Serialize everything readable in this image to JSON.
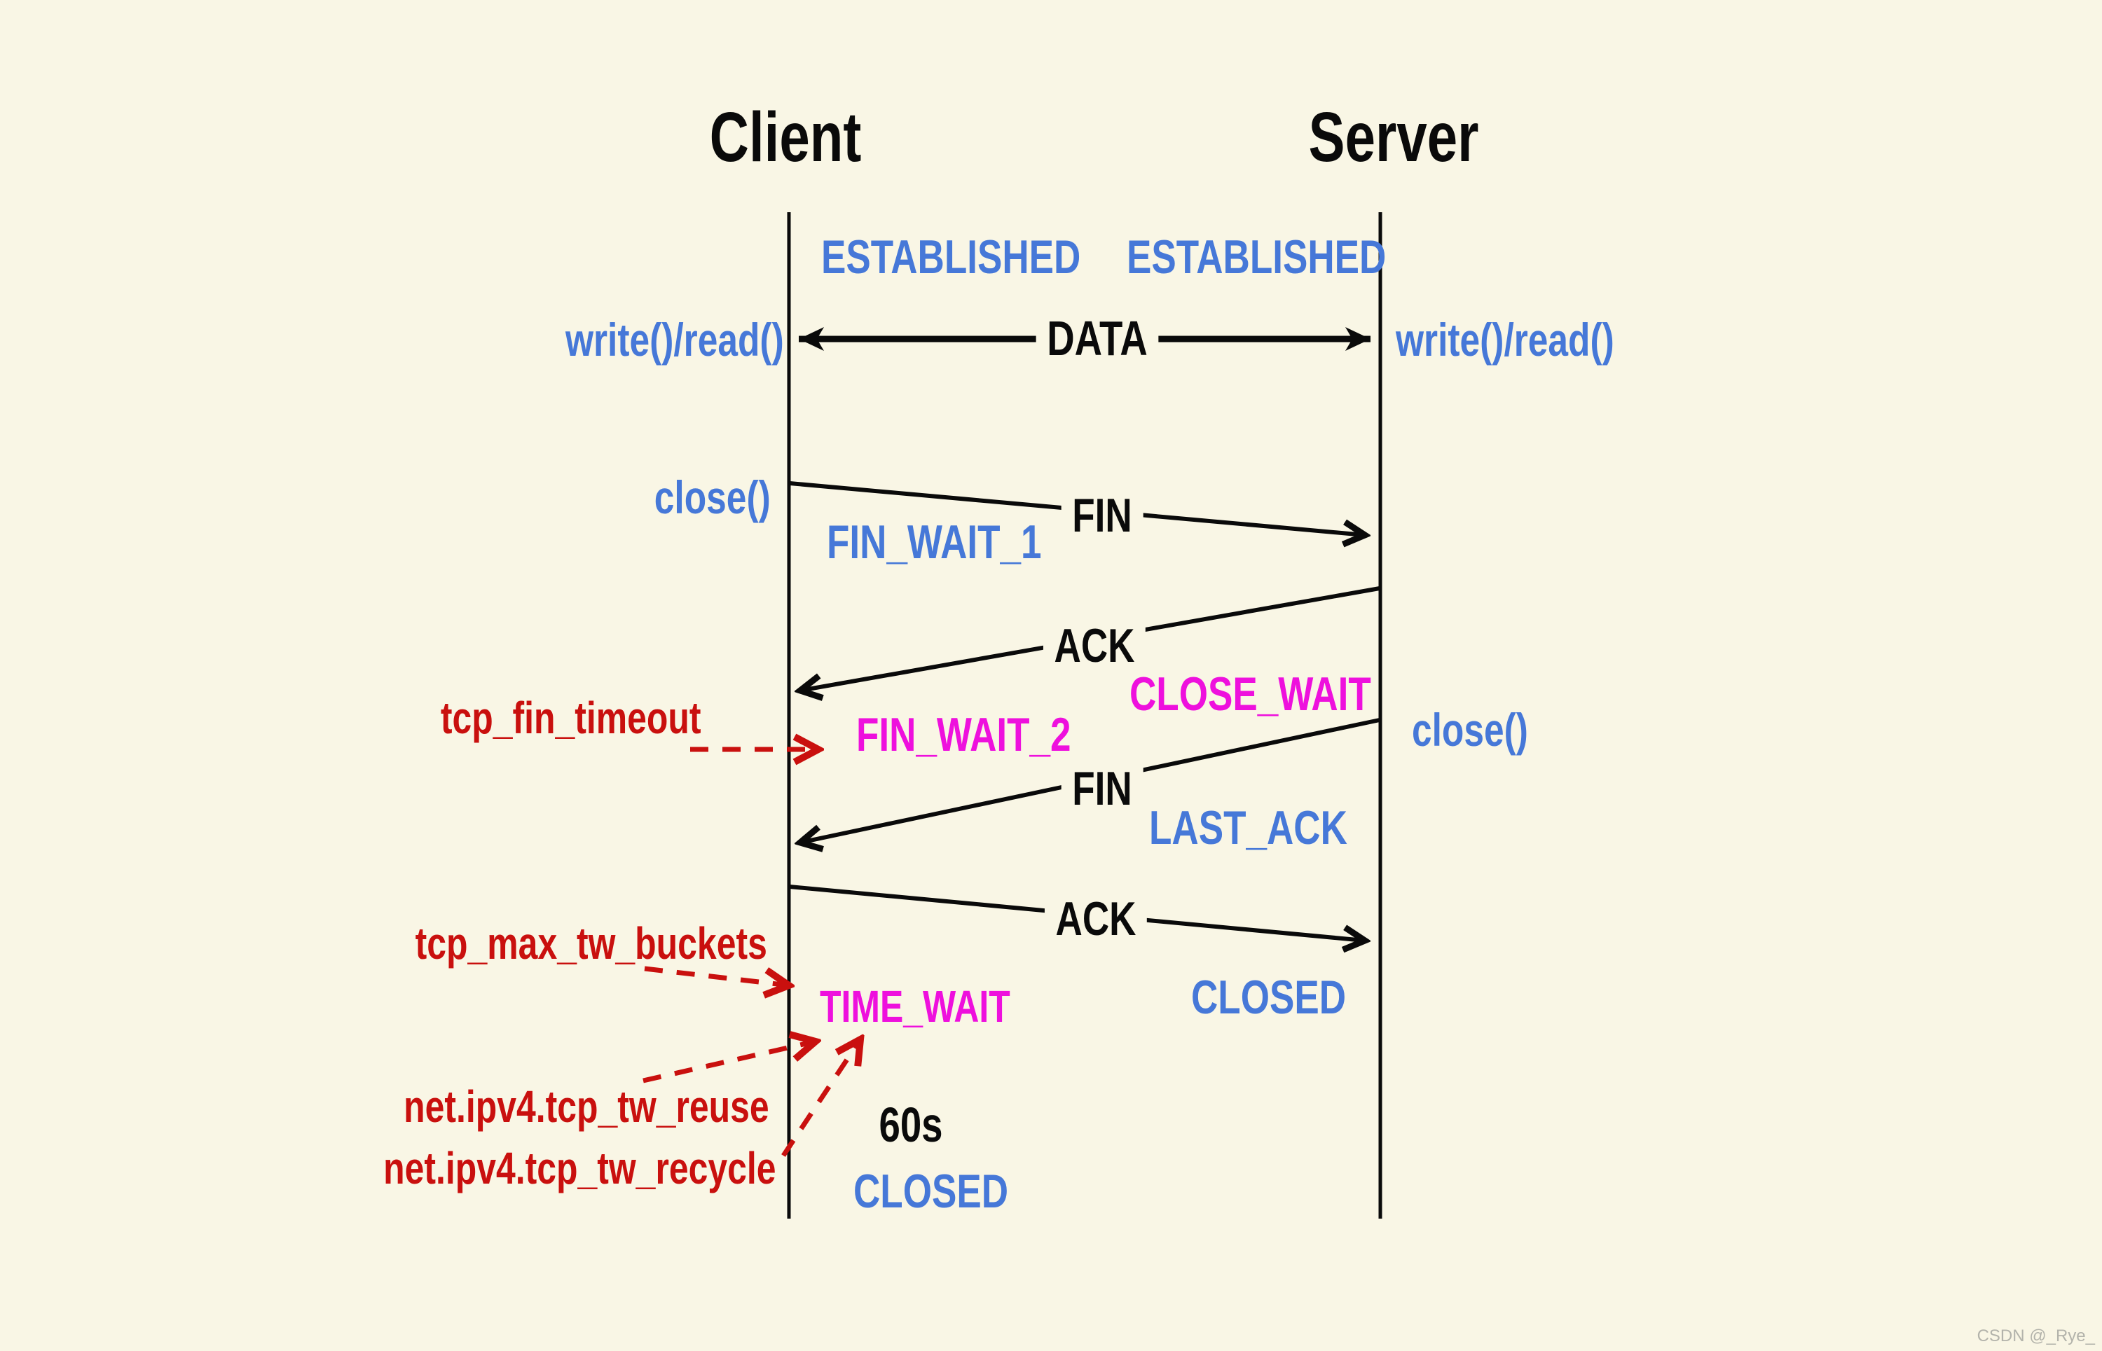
{
  "diagram": {
    "client_title": "Client",
    "server_title": "Server",
    "states": {
      "established_client": "ESTABLISHED",
      "established_server": "ESTABLISHED",
      "fin_wait_1": "FIN_WAIT_1",
      "close_wait": "CLOSE_WAIT",
      "fin_wait_2": "FIN_WAIT_2",
      "last_ack": "LAST_ACK",
      "time_wait": "TIME_WAIT",
      "closed_server": "CLOSED",
      "closed_client": "CLOSED"
    },
    "calls": {
      "write_read_client": "write()/read()",
      "write_read_server": "write()/read()",
      "close_client": "close()",
      "close_server": "close()"
    },
    "messages": {
      "data": "DATA",
      "fin_1": "FIN",
      "ack_1": "ACK",
      "fin_2": "FIN",
      "ack_2": "ACK"
    },
    "kernel_params": {
      "tcp_fin_timeout": "tcp_fin_timeout",
      "tcp_max_tw_buckets": "tcp_max_tw_buckets",
      "tcp_tw_reuse": "net.ipv4.tcp_tw_reuse",
      "tcp_tw_recycle": "net.ipv4.tcp_tw_recycle"
    },
    "timer": "60s",
    "watermark": "CSDN @_Rye_",
    "colors": {
      "background": "#f9f6e5",
      "state_blue": "#4678d8",
      "state_magenta": "#ee10dd",
      "param_red": "#c9100e",
      "line_black": "#0a0a0a"
    }
  }
}
